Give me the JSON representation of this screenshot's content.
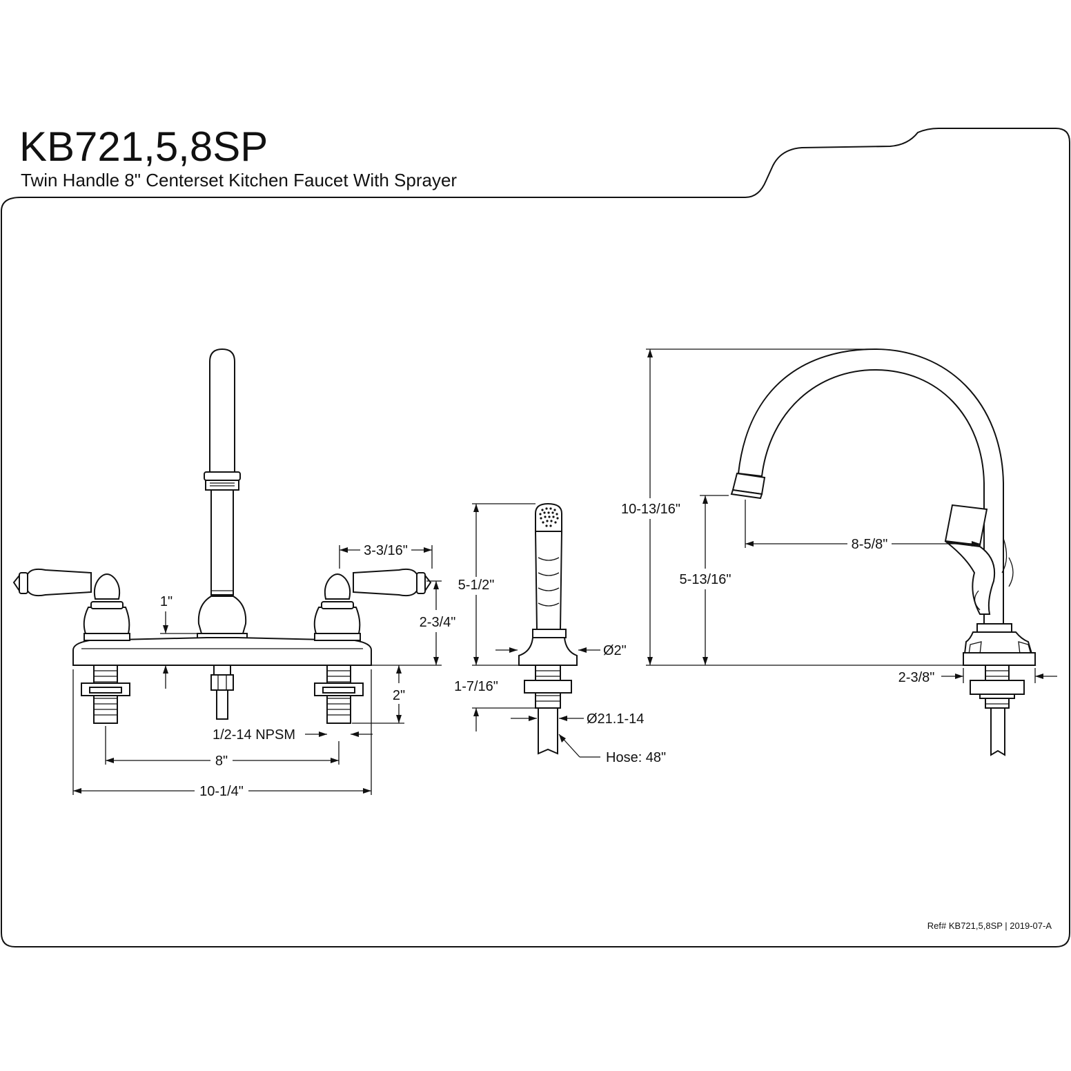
{
  "header": {
    "model": "KB721,5,8SP",
    "description": "Twin Handle 8\" Centerset Kitchen Faucet With Sprayer"
  },
  "dimensions": {
    "front": {
      "handle_height": "3-3/16\"",
      "deck_to_handle": "1\"",
      "handle_top_height": "2-3/4\"",
      "shank_length": "2\"",
      "thread": "1/2-14 NPSM",
      "center_spread": "8\"",
      "overall_width": "10-1/4\""
    },
    "sprayer": {
      "height": "5-1/2\"",
      "base_diameter": "Ø2\"",
      "shank_length": "1-7/16\"",
      "thread": "Ø21.1-14",
      "hose": "Hose: 48\""
    },
    "side": {
      "overall_height": "10-13/16\"",
      "spout_clearance": "5-13/16\"",
      "spout_reach": "8-5/8\"",
      "base_width": "2-3/8\""
    }
  },
  "footer": {
    "reference": "Ref# KB721,5,8SP | 2019-07-A"
  }
}
